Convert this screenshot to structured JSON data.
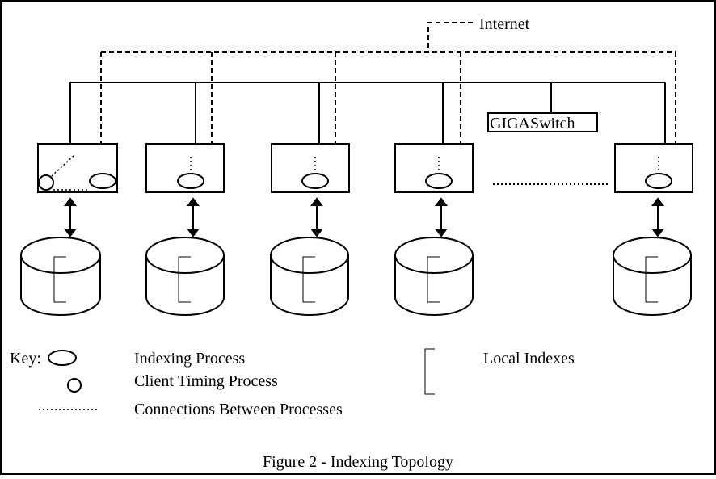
{
  "diagram": {
    "internet_label": "Internet",
    "switch_label": "GIGASwitch",
    "key": {
      "title": "Key:",
      "indexing_process": "Indexing Process",
      "client_timing_process": "Client Timing Process",
      "connections": "Connections Between Processes",
      "local_indexes": "Local Indexes"
    },
    "caption": "Figure 2 - Indexing Topology",
    "node_count": 5
  }
}
